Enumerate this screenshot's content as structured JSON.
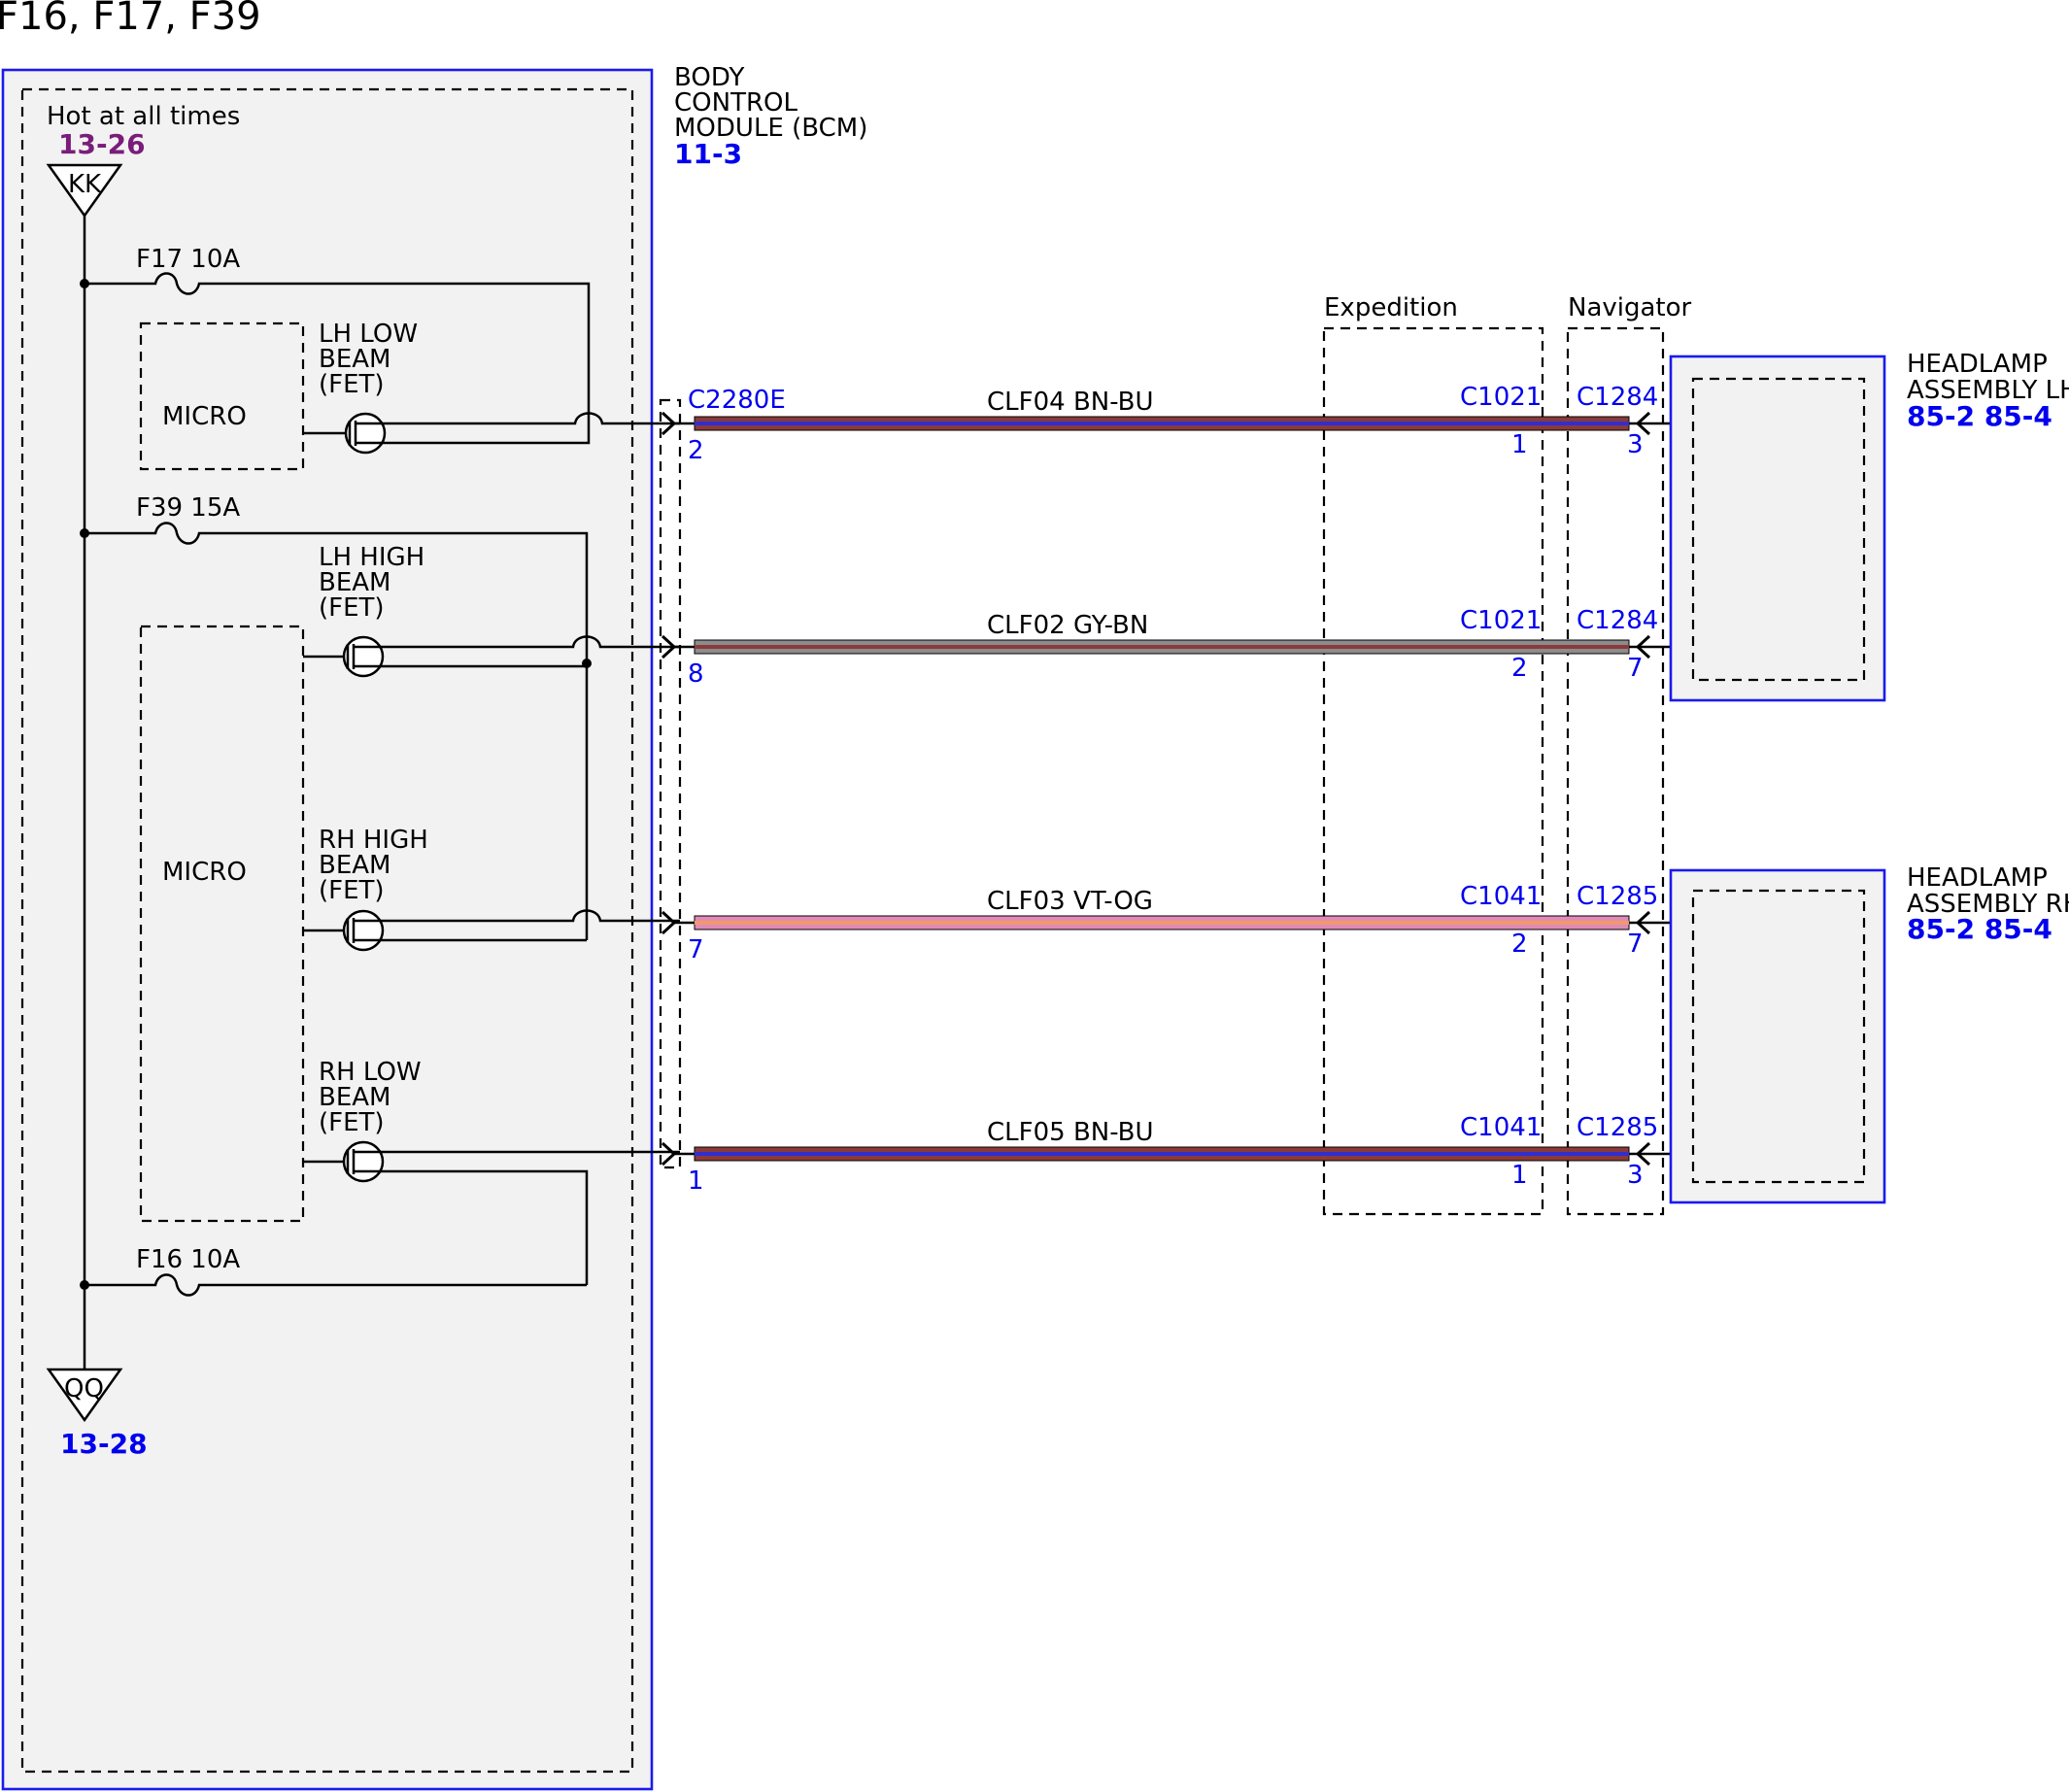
{
  "title": "F16, F17, F39",
  "bcm": {
    "label_lines": [
      "BODY",
      "CONTROL",
      "MODULE (BCM)"
    ],
    "ref": "11-3",
    "hot_label": "Hot at all times",
    "hot_ref": "13-26",
    "top_terminal": "KK",
    "bottom_terminal": "QQ",
    "bottom_ref": "13-28",
    "micro_top": "MICRO",
    "micro_bottom": "MICRO"
  },
  "fuses": {
    "f17": "F17  10A",
    "f39": "F39  15A",
    "f16": "F16  10A"
  },
  "drivers": {
    "lh_low": [
      "LH LOW",
      "BEAM",
      "(FET)"
    ],
    "lh_high": [
      "LH HIGH",
      "BEAM",
      "(FET)"
    ],
    "rh_high": [
      "RH HIGH",
      "BEAM",
      "(FET)"
    ],
    "rh_low": [
      "RH LOW",
      "BEAM",
      "(FET)"
    ]
  },
  "connector_bcm": "C2280E",
  "variants": {
    "expedition": "Expedition",
    "navigator": "Navigator"
  },
  "circuits": [
    {
      "name": "CLF04  BN-BU",
      "bcm_pin": "2",
      "mid_conn": "C1021",
      "mid_pin": "1",
      "end_conn": "C1284",
      "end_pin": "3",
      "color_main": "#8b3a3a",
      "color_stripe": "#2f2fd0"
    },
    {
      "name": "CLF02  GY-BN",
      "bcm_pin": "8",
      "mid_conn": "C1021",
      "mid_pin": "2",
      "end_conn": "C1284",
      "end_pin": "7",
      "color_main": "#8c8c8c",
      "color_stripe": "#8b3a3a"
    },
    {
      "name": "CLF03   VT-OG",
      "bcm_pin": "7",
      "mid_conn": "C1041",
      "mid_pin": "2",
      "end_conn": "C1285",
      "end_pin": "7",
      "color_main": "#e08ab8",
      "color_stripe": "#f09a6a"
    },
    {
      "name": "CLF05  BN-BU",
      "bcm_pin": "1",
      "mid_conn": "C1041",
      "mid_pin": "1",
      "end_conn": "C1285",
      "end_pin": "3",
      "color_main": "#8b3a3a",
      "color_stripe": "#2f2fd0"
    }
  ],
  "headlamp_lh": {
    "label_lines": [
      "HEADLAMP",
      "ASSEMBLY LH"
    ],
    "refs": "85-2  85-4"
  },
  "headlamp_rh": {
    "label_lines": [
      "HEADLAMP",
      "ASSEMBLY RH"
    ],
    "refs": "85-2  85-4"
  }
}
